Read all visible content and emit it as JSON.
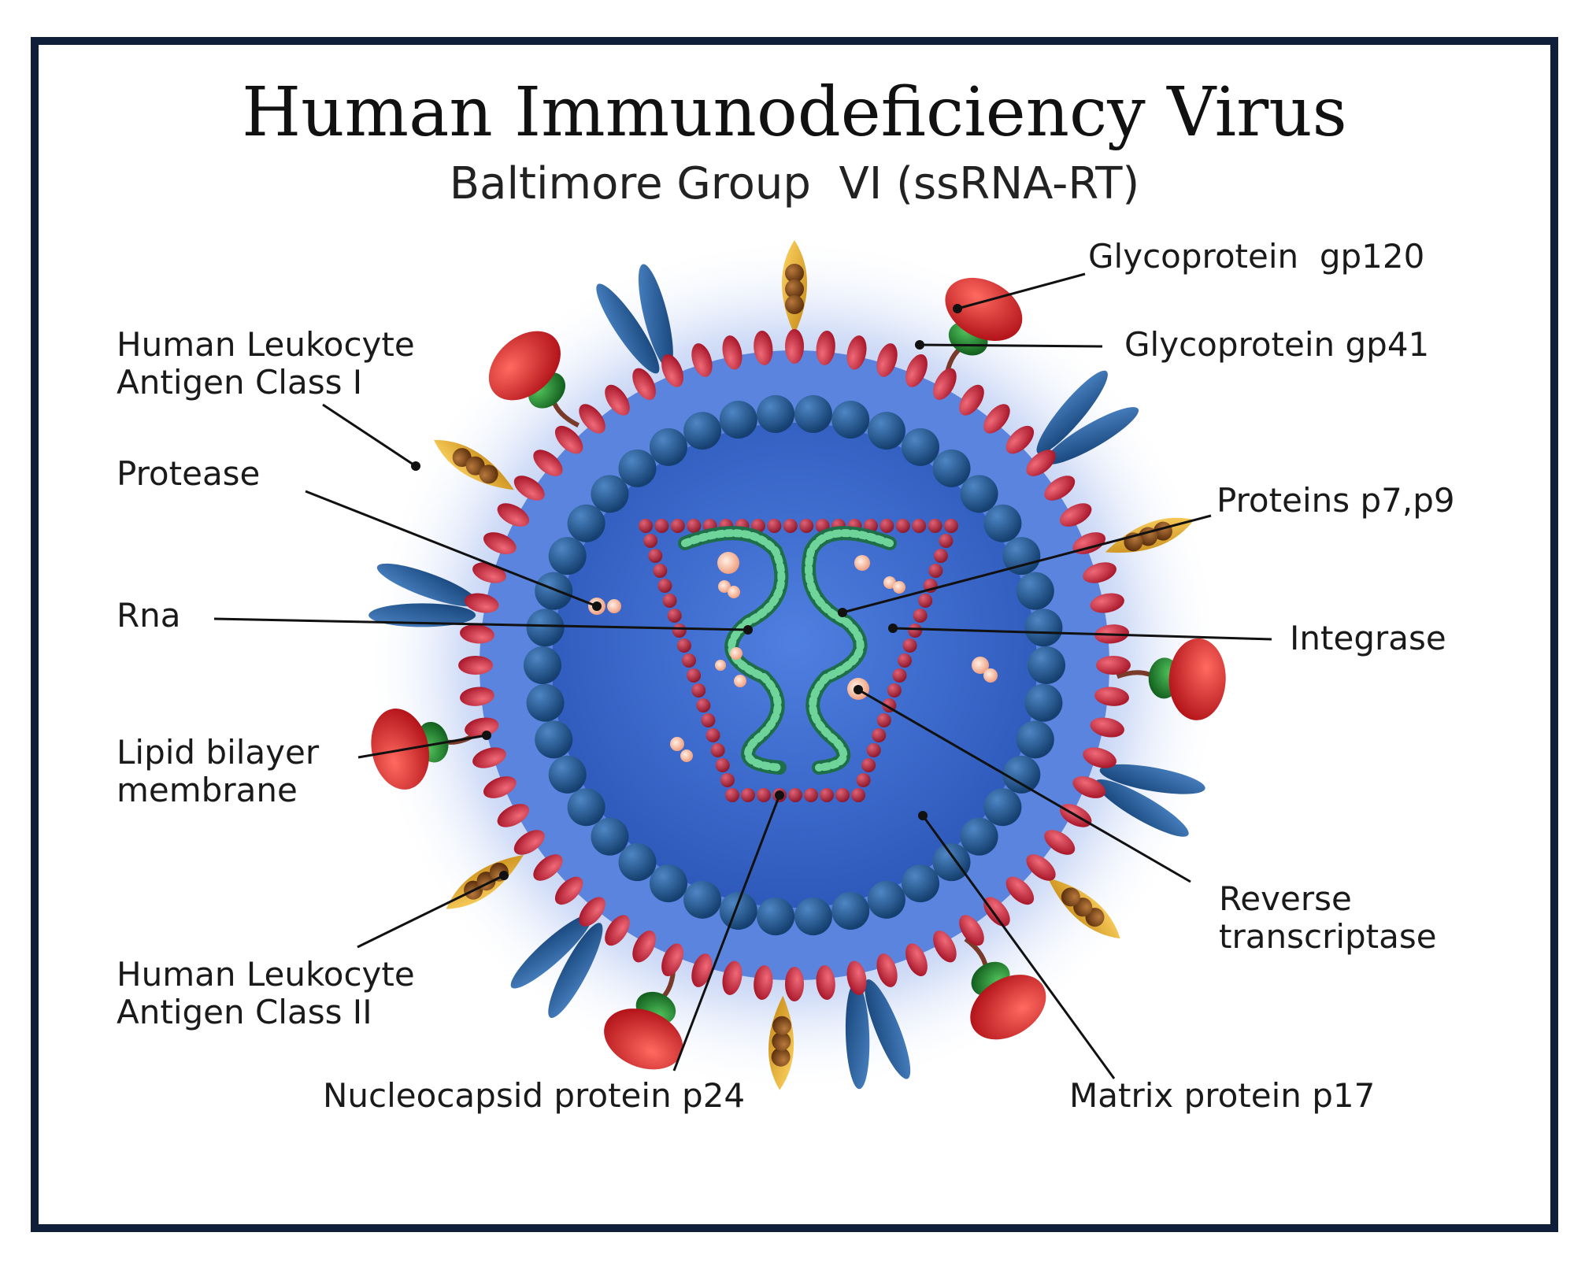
{
  "title": "Human Immunodeficiency Virus",
  "subtitle": "Baltimore Group  VI (ssRNA-RT)",
  "labels": {
    "gp120": "Glycoprotein  gp120",
    "gp41": "Glycoprotein gp41",
    "hla1_line1": "Human Leukocyte",
    "hla1_line2": "Antigen Class I",
    "protease": "Protease",
    "proteins_p7p9": "Proteins p7,p9",
    "rna": "Rna",
    "integrase": "Integrase",
    "lipid_line1": "Lipid bilayer",
    "lipid_line2": "membrane",
    "rt_line1": "Reverse",
    "rt_line2": "transcriptase",
    "hla2_line1": "Human Leukocyte",
    "hla2_line2": "Antigen Class II",
    "p24": "Nucleocapsid protein p24",
    "p17": "Matrix protein p17"
  },
  "colors": {
    "frame": "#0f1f3a",
    "lipid_bead": "#c4263a",
    "matrix_bead": "#1b4f85",
    "capsid_bead": "#b32a42",
    "rna_strand": "#2f9a6a",
    "gp120": "#d9262b",
    "gp41": "#1f7a2e",
    "hla": "#1d4f8a",
    "hla_gold": "#d9a423",
    "halo": "#9fb6e6"
  }
}
